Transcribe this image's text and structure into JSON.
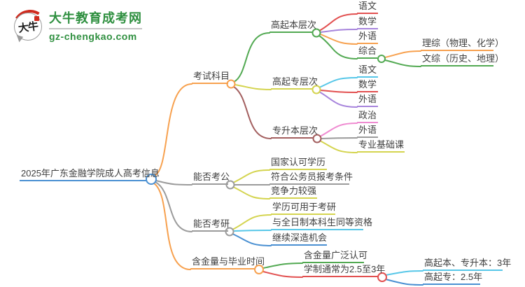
{
  "logo": {
    "mark": "大牛",
    "brand": "大牛教育成考网",
    "domain": "gz-chengkao.com"
  },
  "palette": {
    "blue": "#4a90d2",
    "orange": "#f7a14f",
    "green": "#52a952",
    "olive": "#d4d44f",
    "brown": "#a35f5f",
    "red": "#e25050",
    "purple": "#a784dc",
    "cyan": "#57c7e8",
    "pink": "#ef8bd1",
    "gray": "#9b9b9b",
    "brand_green": "#2e8f3f",
    "text": "#3f3f3f"
  },
  "mindmap": {
    "root": {
      "label": "2025年广东金融学院成人高考信息",
      "color": "#4a90d2"
    },
    "branches": [
      {
        "label": "考试科目",
        "color": "#f7a14f",
        "children": [
          {
            "label": "高起本层次",
            "color": "#52a952",
            "children": [
              {
                "label": "语文",
                "color": "#e25050"
              },
              {
                "label": "数学",
                "color": "#a784dc"
              },
              {
                "label": "外语",
                "color": "#f7a14f"
              },
              {
                "label": "综合",
                "color": "#52a952",
                "children": [
                  {
                    "label": "理综（物理、化学）",
                    "color": "#f7a14f"
                  },
                  {
                    "label": "文综（历史、地理）",
                    "color": "#52a952"
                  }
                ]
              }
            ]
          },
          {
            "label": "高起专层次",
            "color": "#d4d44f",
            "children": [
              {
                "label": "语文",
                "color": "#57c7e8"
              },
              {
                "label": "数学",
                "color": "#e25050"
              },
              {
                "label": "外语",
                "color": "#a784dc"
              }
            ]
          },
          {
            "label": "专升本层次",
            "color": "#a35f5f",
            "children": [
              {
                "label": "政治",
                "color": "#ef8bd1"
              },
              {
                "label": "外语",
                "color": "#9b9b9b"
              },
              {
                "label": "专业基础课",
                "color": "#d4d44f"
              }
            ]
          }
        ]
      },
      {
        "label": "能否考公",
        "color": "#9b9b9b",
        "children": [
          {
            "label": "国家认可学历",
            "color": "#d4d44f"
          },
          {
            "label": "符合公务员报考条件",
            "color": "#9b9b9b"
          },
          {
            "label": "竞争力较强",
            "color": "#d4d44f"
          }
        ]
      },
      {
        "label": "能否考研",
        "color": "#9b9b9b",
        "children": [
          {
            "label": "学历可用于考研",
            "color": "#d4d44f"
          },
          {
            "label": "与全日制本科生同等资格",
            "color": "#57c7e8"
          },
          {
            "label": "继续深造机会",
            "color": "#4a90d2"
          }
        ]
      },
      {
        "label": "含金量与毕业时间",
        "color": "#f7a14f",
        "children": [
          {
            "label": "含金量广泛认可",
            "color": "#52a952"
          },
          {
            "label": "学制通常为2.5至3年",
            "color": "#e25050",
            "children": [
              {
                "label": "高起本、专升本：3年",
                "color": "#57c7e8"
              },
              {
                "label": "高起专：2.5年",
                "color": "#4a90d2"
              }
            ]
          }
        ]
      }
    ]
  }
}
